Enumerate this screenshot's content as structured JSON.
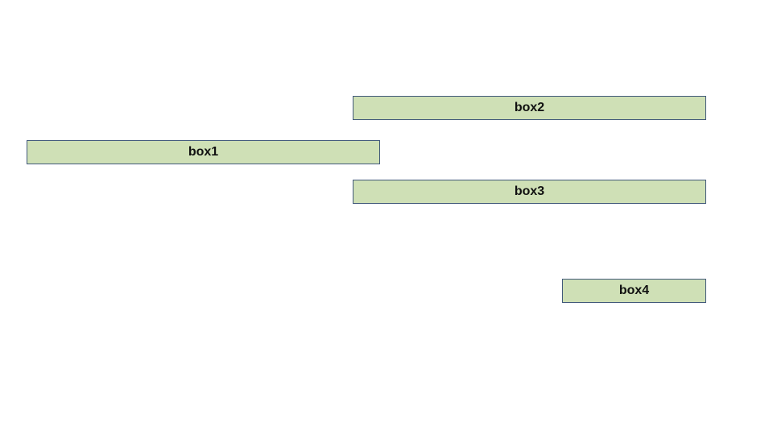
{
  "diagram": {
    "boxes": [
      {
        "label": "box1"
      },
      {
        "label": "box2"
      },
      {
        "label": "box3"
      },
      {
        "label": "box4"
      }
    ]
  },
  "colors": {
    "box_fill": "#cfe0b6",
    "box_border": "#41597a",
    "text": "#111111",
    "background": "#ffffff"
  }
}
